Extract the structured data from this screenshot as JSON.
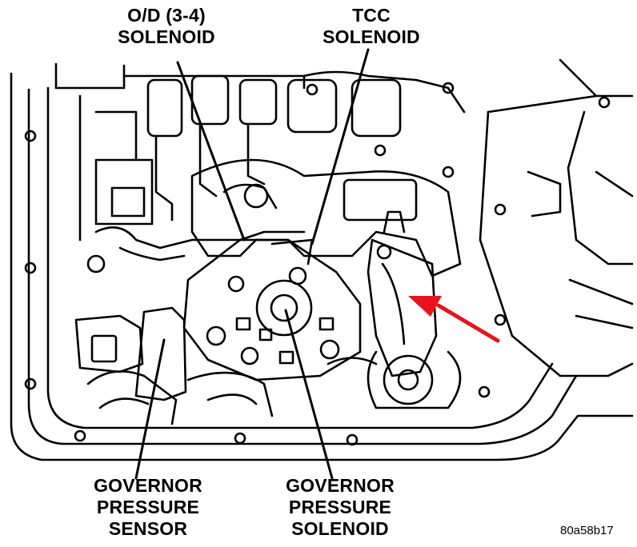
{
  "labels": {
    "od_solenoid": [
      "O/D (3-4)",
      "SOLENOID"
    ],
    "tcc_solenoid": [
      "TCC",
      "SOLENOID"
    ],
    "gov_sensor": [
      "GOVERNOR",
      "PRESSURE",
      "SENSOR"
    ],
    "gov_solenoid": [
      "GOVERNOR",
      "PRESSURE",
      "SOLENOID"
    ]
  },
  "figure_ref": "80a58b17",
  "colors": {
    "ink": "#000000",
    "paper": "#ffffff",
    "arrow": "#e8141c"
  }
}
